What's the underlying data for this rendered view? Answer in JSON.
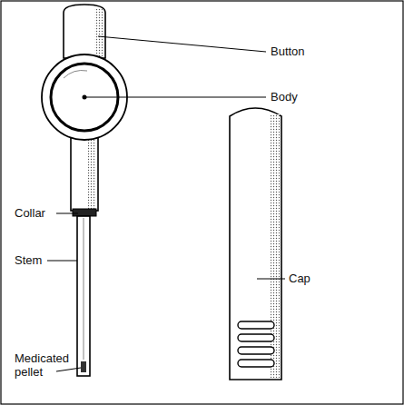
{
  "diagram": {
    "labels": [
      "Button",
      "Body",
      "Collar",
      "Stem",
      "Medicated pellet",
      "Cap"
    ]
  }
}
